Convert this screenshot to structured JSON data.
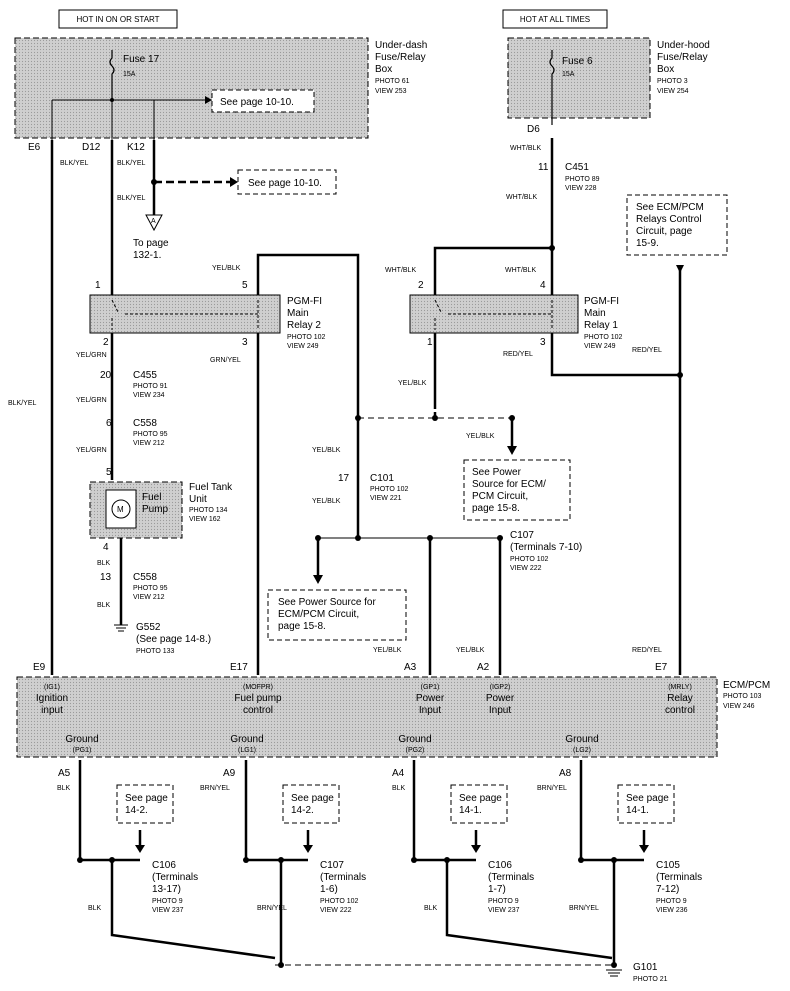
{
  "headers": {
    "hot_in_on_start": "HOT IN ON OR START",
    "hot_at_all_times": "HOT AT ALL TIMES"
  },
  "underdash": {
    "name": [
      "Under-dash",
      "Fuse/Relay",
      "Box"
    ],
    "photo": "PHOTO 61",
    "view": "VIEW 253",
    "fuse": "Fuse 17",
    "amp": "15A",
    "see": "See page 10-10."
  },
  "underhood": {
    "name": [
      "Under-hood",
      "Fuse/Relay",
      "Box"
    ],
    "photo": "PHOTO 3",
    "view": "VIEW 254",
    "fuse": "Fuse 6",
    "amp": "15A"
  },
  "pins": {
    "e6": "E6",
    "d12": "D12",
    "k12": "K12",
    "d6": "D6",
    "e9": "E9",
    "e17": "E17",
    "a3": "A3",
    "a2": "A2",
    "e7": "E7",
    "a5": "A5",
    "a9": "A9",
    "a4": "A4",
    "a8": "A8"
  },
  "wires": {
    "blk_yel": "BLK/YEL",
    "wht_blk": "WHT/BLK",
    "yel_blk": "YEL/BLK",
    "yel_grn": "YEL/GRN",
    "grn_yel": "GRN/YEL",
    "red_yel": "RED/YEL",
    "blk": "BLK",
    "brn_yel": "BRN/YEL"
  },
  "see_1010b": "See page 10-10.",
  "to_page": [
    "To page",
    "132-1."
  ],
  "connector_a": "A",
  "c451": {
    "pin": "11",
    "name": "C451",
    "photo": "PHOTO 89",
    "view": "VIEW 228"
  },
  "ecm_relays_note": [
    "See ECM/PCM",
    "Relays Control",
    "Circuit,  page",
    "15-9."
  ],
  "relay2": {
    "name": [
      "PGM-FI",
      "Main",
      "Relay 2"
    ],
    "photo": "PHOTO 102",
    "view": "VIEW 249",
    "p1": "1",
    "p5": "5",
    "p2": "2",
    "p3": "3"
  },
  "relay1": {
    "name": [
      "PGM-FI",
      "Main",
      "Relay 1"
    ],
    "photo": "PHOTO 102",
    "view": "VIEW 249",
    "p2": "2",
    "p4": "4",
    "p1": "1",
    "p3": "3"
  },
  "c455": {
    "pin": "20",
    "name": "C455",
    "photo": "PHOTO 91",
    "view": "VIEW 234"
  },
  "c558a": {
    "pin": "6",
    "name": "C558",
    "photo": "PHOTO 95",
    "view": "VIEW 212"
  },
  "fuel_tank": {
    "pin_top": "5",
    "pin_bot": "4",
    "pump": [
      "Fuel",
      "Pump"
    ],
    "name": [
      "Fuel Tank",
      "Unit"
    ],
    "photo": "PHOTO 134",
    "view": "VIEW 162",
    "m": "M"
  },
  "c558b": {
    "pin": "13",
    "name": "C558",
    "photo": "PHOTO 95",
    "view": "VIEW 212"
  },
  "g552": {
    "name": "G552",
    "see": "(See page 14-8.)",
    "photo": "PHOTO 133"
  },
  "c101": {
    "pin": "17",
    "name": "C101",
    "photo": "PHOTO 102",
    "view": "VIEW 221"
  },
  "see_158a": [
    "See Power",
    "Source for ECM/",
    "PCM Circuit,",
    "page 15-8."
  ],
  "c107a": {
    "name": "C107",
    "terms": "(Terminals 7-10)",
    "photo": "PHOTO 102",
    "view": "VIEW 222"
  },
  "see_158b": [
    "See Power Source for",
    "ECM/PCM Circuit,",
    "page 15-8."
  ],
  "ecm": {
    "name": "ECM/PCM",
    "photo": "PHOTO 103",
    "view": "VIEW 246",
    "inputs": [
      {
        "code": "(IG1)",
        "l1": "Ignition",
        "l2": "input"
      },
      {
        "code": "(MOFPR)",
        "l1": "Fuel pump",
        "l2": "control"
      },
      {
        "code": "(GP1)",
        "l1": "Power",
        "l2": "Input"
      },
      {
        "code": "(IGP2)",
        "l1": "Power",
        "l2": "Input"
      },
      {
        "code": "(MRLY)",
        "l1": "Relay",
        "l2": "control"
      }
    ],
    "grounds": [
      {
        "l": "Ground",
        "code": "(PG1)"
      },
      {
        "l": "Ground",
        "code": "(LG1)"
      },
      {
        "l": "Ground",
        "code": "(PG2)"
      },
      {
        "l": "Ground",
        "code": "(LG2)"
      }
    ]
  },
  "bottom_see": [
    [
      "See page",
      "14-2."
    ],
    [
      "See page",
      "14-2."
    ],
    [
      "See page",
      "14-1."
    ],
    [
      "See page",
      "14-1."
    ]
  ],
  "bottom_conn": [
    {
      "name": "C106",
      "t1": "(Terminals",
      "t2": "13-17)",
      "photo": "PHOTO 9",
      "view": "VIEW 237"
    },
    {
      "name": "C107",
      "t1": "(Terminals",
      "t2": "1-6)",
      "photo": "PHOTO 102",
      "view": "VIEW 222"
    },
    {
      "name": "C106",
      "t1": "(Terminals",
      "t2": "1-7)",
      "photo": "PHOTO 9",
      "view": "VIEW 237"
    },
    {
      "name": "C105",
      "t1": "(Terminals",
      "t2": "7-12)",
      "photo": "PHOTO 9",
      "view": "VIEW 236"
    }
  ],
  "g101": {
    "name": "G101",
    "photo": "PHOTO 21"
  }
}
